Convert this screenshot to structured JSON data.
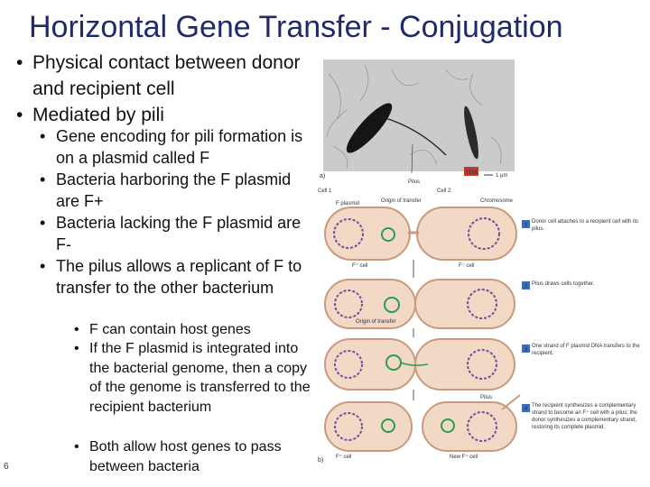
{
  "slide": {
    "title": "Horizontal Gene Transfer - Conjugation",
    "slide_number": "6",
    "bullets": [
      {
        "level": 1,
        "text": "Physical contact between donor and recipient cell"
      },
      {
        "level": 1,
        "text": "Mediated by pili"
      },
      {
        "level": 2,
        "text": "Gene encoding for pili formation is on a plasmid called F"
      },
      {
        "level": 2,
        "text": "Bacteria harboring the F plasmid are F+"
      },
      {
        "level": 2,
        "text": "Bacteria lacking the F plasmid are F-"
      },
      {
        "level": 2,
        "text": "The pilus allows a replicant of F to transfer to the other bacterium"
      },
      {
        "level": 3,
        "text": "F can contain host genes"
      },
      {
        "level": 3,
        "text": "If the F plasmid is integrated into the bacterial genome, then a copy of the genome is transferred to the recipient bacterium"
      },
      {
        "level": 3,
        "text": "Both allow host genes to pass between bacteria"
      }
    ],
    "bullet_char": "•"
  },
  "figure": {
    "panel_a": "a)",
    "panel_b": "b)",
    "tem_badge": "TEM",
    "scale": "1 μm",
    "pilus": "Pilus",
    "cell1": "Cell 1",
    "cell2": "Cell 2",
    "f_plasmid": "F plasmid",
    "origin_transfer": "Origin of transfer",
    "chromosome": "Chromosome",
    "f_plus_cell": "F⁺ cell",
    "f_minus_cell": "F⁻ cell",
    "origin_transfer2": "Origin of transfer",
    "pilus2": "Pilus",
    "f_plus_cell2": "F⁺ cell",
    "new_f_plus_cell": "New F⁺ cell",
    "steps": [
      {
        "num": "1",
        "text": "Donor cell attaches to a recipient cell with its pilus."
      },
      {
        "num": "2",
        "text": "Pilus draws cells together."
      },
      {
        "num": "3",
        "text": "One strand of F plasmid DNA transfers to the recipient."
      },
      {
        "num": "4",
        "text": "The recipient synthesizes a complementary strand to become an F⁺ cell with a pilus; the donor synthesizes a complementary strand, restoring its complete plasmid."
      }
    ],
    "colors": {
      "cell": "#f1d9c5",
      "cell_border": "#c99a7e",
      "chromosome": "#7a4a9c",
      "plasmid": "#2e9a52",
      "step_badge": "#3a6fb7",
      "tem": "#c0392b"
    }
  }
}
